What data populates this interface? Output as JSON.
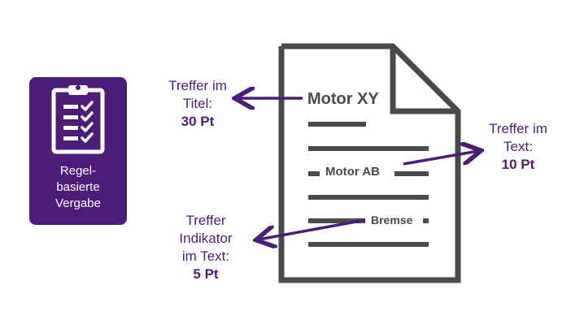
{
  "badge": {
    "icon": "clipboard-checklist-icon",
    "label_lines": [
      "Regel-",
      "basierte",
      "Vergabe"
    ]
  },
  "document": {
    "icon": "document-page-icon",
    "title_term": "Motor XY",
    "text_term": "Motor AB",
    "indicator_term": "Bremse"
  },
  "annotations": {
    "title_hit": {
      "lines": [
        "Treffer im",
        "Titel:"
      ],
      "points": "30 Pt"
    },
    "text_hit": {
      "lines": [
        "Treffer im",
        "Text:"
      ],
      "points": "10 Pt"
    },
    "indicator_hit": {
      "lines": [
        "Treffer",
        "Indikator",
        "im Text:"
      ],
      "points": "5 Pt"
    }
  },
  "colors": {
    "accent": "#4b1d78",
    "document_stroke": "#4a4a4a",
    "background": "#ffffff"
  }
}
